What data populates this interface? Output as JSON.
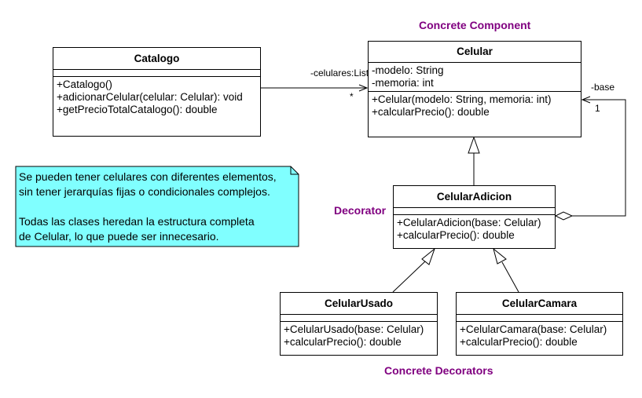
{
  "stereotypes": {
    "concrete_component": "Concrete Component",
    "decorator": "Decorator",
    "concrete_decorators": "Concrete Decorators"
  },
  "classes": {
    "catalogo": {
      "name": "Catalogo",
      "attributes": [],
      "operations": [
        "+Catalogo()",
        "+adicionarCelular(celular: Celular): void",
        "+getPrecioTotalCatalogo(): double"
      ]
    },
    "celular": {
      "name": "Celular",
      "attributes": [
        "-modelo: String",
        "-memoria: int"
      ],
      "operations": [
        "+Celular(modelo: String, memoria: int)",
        "+calcularPrecio(): double"
      ]
    },
    "celular_adicion": {
      "name": "CelularAdicion",
      "attributes": [],
      "operations": [
        "+CelularAdicion(base: Celular)",
        "+calcularPrecio(): double"
      ]
    },
    "celular_usado": {
      "name": "CelularUsado",
      "attributes": [],
      "operations": [
        "+CelularUsado(base: Celular)",
        "+calcularPrecio(): double"
      ]
    },
    "celular_camara": {
      "name": "CelularCamara",
      "attributes": [],
      "operations": [
        "+CelularCamara(base: Celular)",
        "+calcularPrecio(): double"
      ]
    }
  },
  "associations": {
    "celulares_role": "-celulares:List",
    "celulares_multiplicity": "*",
    "base_role": "-base",
    "base_multiplicity": "1"
  },
  "note": {
    "lines": [
      "Se pueden tener celulares con diferentes elementos,",
      "sin tener jerarquías fijas o condicionales complejos.",
      "",
      "Todas las clases heredan la estructura completa",
      "de Celular, lo que puede ser innecesario."
    ],
    "fill": "#80ffff"
  }
}
